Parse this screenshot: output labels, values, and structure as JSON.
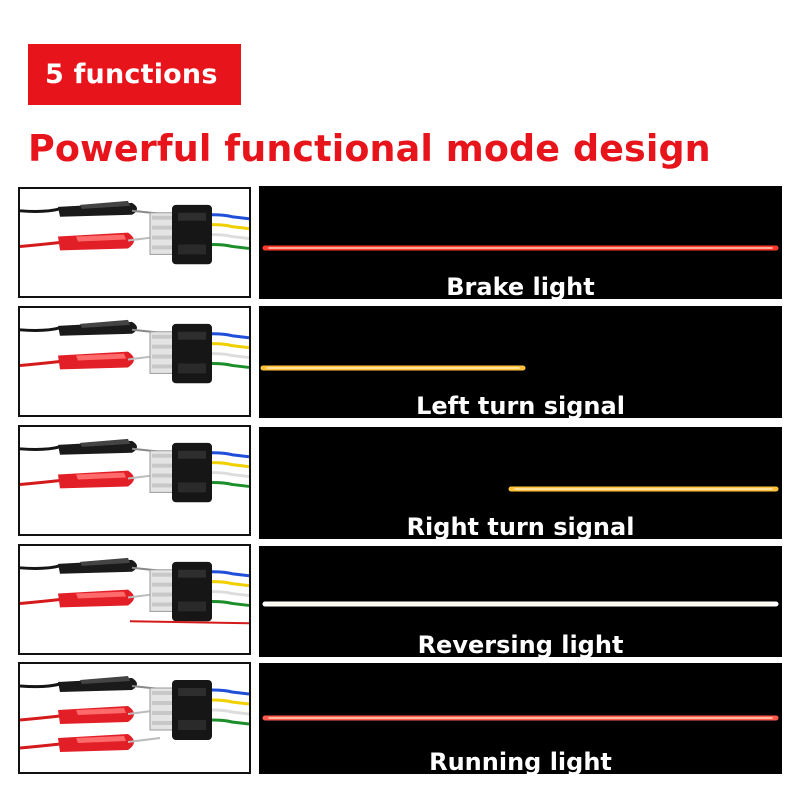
{
  "badge": {
    "text": "5 functions"
  },
  "headline": "Powerful functional mode design",
  "colors": {
    "accent_red": "#e8141c",
    "strip_background": "#000000",
    "brake_red": "#ff3a2e",
    "amber": "#ffb62a",
    "white": "#ffffff"
  },
  "rows": [
    {
      "label": "Brake light",
      "light": {
        "color": "#ff3a2e",
        "glow": "#d4141a",
        "span": "full"
      },
      "red_clips": 1,
      "thumb_icons": [
        "wire-connector-icon",
        "alligator-clip-black-icon",
        "alligator-clip-red-icon"
      ]
    },
    {
      "label": "Left turn signal",
      "light": {
        "color": "#ffc23a",
        "glow": "#ff8a00",
        "span": "left-half"
      },
      "red_clips": 1,
      "thumb_icons": [
        "wire-connector-icon",
        "alligator-clip-black-icon",
        "alligator-clip-red-icon"
      ]
    },
    {
      "label": "Right turn signal",
      "light": {
        "color": "#ffc23a",
        "glow": "#ff8a00",
        "span": "right-half"
      },
      "red_clips": 1,
      "thumb_icons": [
        "wire-connector-icon",
        "alligator-clip-black-icon",
        "alligator-clip-red-icon"
      ]
    },
    {
      "label": "Reversing light",
      "light": {
        "color": "#ffffff",
        "glow": "#e8e8ff",
        "span": "full"
      },
      "red_clips": 1,
      "thumb_icons": [
        "wire-connector-icon",
        "alligator-clip-black-icon",
        "alligator-clip-red-icon"
      ]
    },
    {
      "label": "Running light",
      "light": {
        "color": "#ff5a4a",
        "glow": "#c00f16",
        "span": "full"
      },
      "red_clips": 2,
      "thumb_icons": [
        "wire-connector-icon",
        "alligator-clip-black-icon",
        "alligator-clip-red-icon"
      ]
    }
  ]
}
